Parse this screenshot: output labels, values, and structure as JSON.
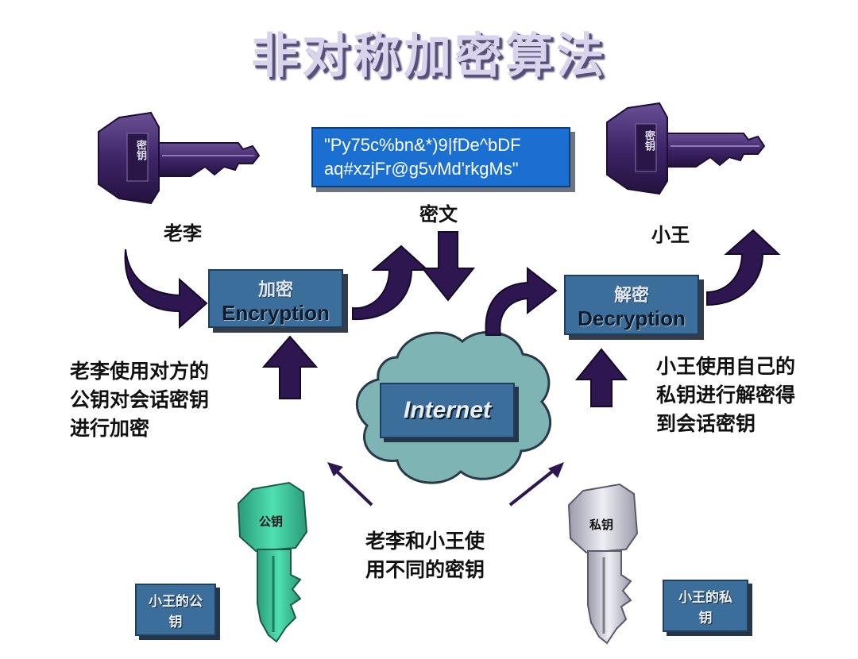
{
  "title": "非对称加密算法",
  "ciphertext": {
    "line1": "\"Py75c%bn&*)9|fDe^bDF",
    "line2": "aq#xzjFr@g5vMd'rkgMs\"",
    "caption": "密文"
  },
  "senders": {
    "left_name": "老李",
    "right_name": "小王",
    "left_key_tag": "密钥",
    "right_key_tag": "密钥"
  },
  "encryption": {
    "cn": "加密",
    "en": "Encryption"
  },
  "decryption": {
    "cn": "解密",
    "en": "Decryption"
  },
  "internet": "Internet",
  "notes": {
    "left": "老李使用对方的\n公钥对会话密钥\n进行加密",
    "right": "小王使用自己的\n私钥进行解密得\n到会话密钥",
    "center": "老李和小王使\n用不同的密钥"
  },
  "keys": {
    "public_tag": "公钥",
    "private_tag": "私钥",
    "public_box": "小王的公\n钥",
    "private_box": "小王的私\n钥"
  },
  "colors": {
    "top_key": "#4a2e6e",
    "arrow": "#2e1650",
    "public_key": "#3ec79a",
    "private_key": "#c8c8d4",
    "cloud": "#7fb4b4",
    "box": "#3c6e9c",
    "cipher_box": "#1a6fd0"
  }
}
